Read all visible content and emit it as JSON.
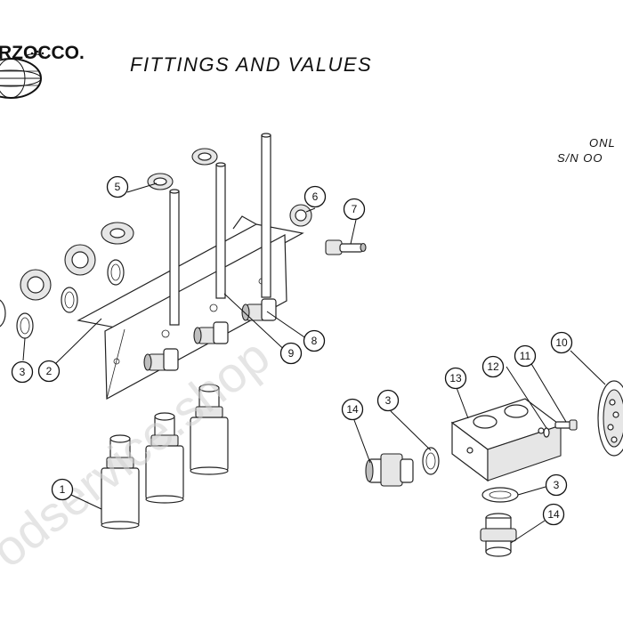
{
  "title": "FITTINGS AND VALUES",
  "brand": {
    "text": "RZOCCO."
  },
  "note": {
    "line1": "ONL",
    "line2": "S/N OO"
  },
  "watermark": "odservice.shop",
  "callouts": [
    {
      "id": "c1",
      "label": "1"
    },
    {
      "id": "c2",
      "label": "2"
    },
    {
      "id": "c3a",
      "label": "3"
    },
    {
      "id": "c3b",
      "label": "3"
    },
    {
      "id": "c3c",
      "label": "3"
    },
    {
      "id": "c5",
      "label": "5"
    },
    {
      "id": "c6",
      "label": "6"
    },
    {
      "id": "c7",
      "label": "7"
    },
    {
      "id": "c8",
      "label": "8"
    },
    {
      "id": "c9",
      "label": "9"
    },
    {
      "id": "c10",
      "label": "10"
    },
    {
      "id": "c11",
      "label": "11"
    },
    {
      "id": "c12",
      "label": "12"
    },
    {
      "id": "c13",
      "label": "13"
    },
    {
      "id": "c14a",
      "label": "14"
    },
    {
      "id": "c14b",
      "label": "14"
    }
  ]
}
